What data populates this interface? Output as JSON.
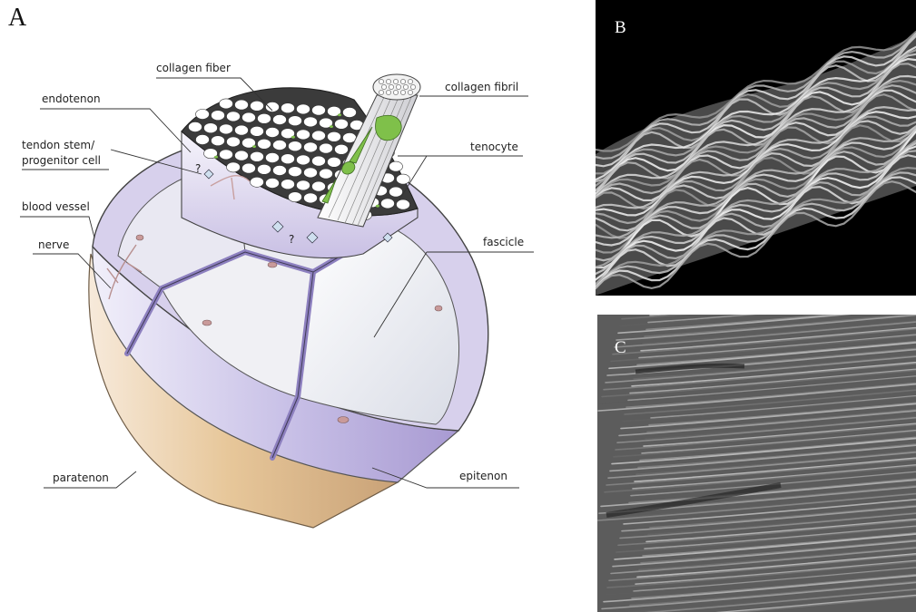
{
  "panels": {
    "a": "A",
    "b": "B",
    "c": "C"
  },
  "labels": {
    "collagen_fiber": "collagen fiber",
    "collagen_fibril": "collagen fibril",
    "endotenon": "endotenon",
    "tendon_stem_1": "tendon stem/",
    "tendon_stem_2": "progenitor cell",
    "tenocyte": "tenocyte",
    "blood_vessel": "blood vessel",
    "nerve": "nerve",
    "fascicle": "fascicle",
    "paratenon": "paratenon",
    "epitenon": "epitenon",
    "question_mark": "?"
  },
  "colors": {
    "paratenon": "#e9cba0",
    "epitenon": "#b7addb",
    "fascicle_face": "#eef0f4",
    "tenocyte": "#7fc04a",
    "micrograph_bg": "#000000"
  }
}
